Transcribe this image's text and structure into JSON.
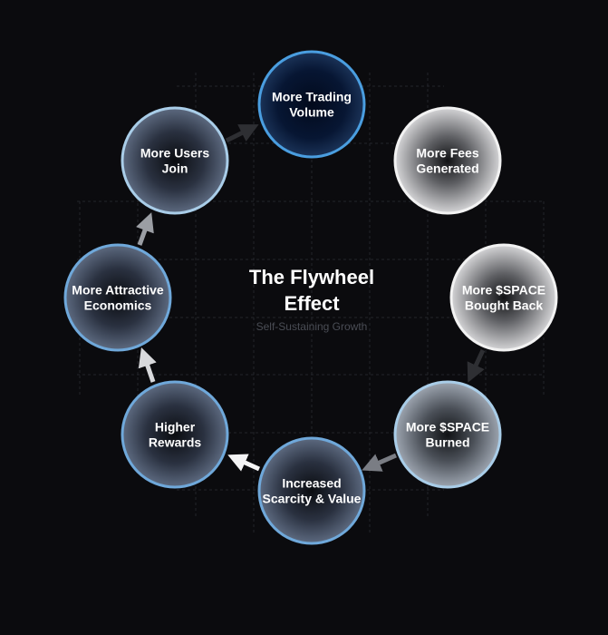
{
  "title_line1": "The Flywheel",
  "title_line2": "Effect",
  "subtitle": "Self-Sustaining Growth",
  "nodes": [
    {
      "id": "trading-volume",
      "lines": [
        "More Trading",
        "Volume"
      ],
      "style": "dark-blue"
    },
    {
      "id": "fees-generated",
      "lines": [
        "More Fees",
        "Generated"
      ],
      "style": "white"
    },
    {
      "id": "space-bought-back",
      "lines": [
        "More $SPACE",
        "Bought Back"
      ],
      "style": "white"
    },
    {
      "id": "space-burned",
      "lines": [
        "More $SPACE",
        "Burned"
      ],
      "style": "silver"
    },
    {
      "id": "scarcity-value",
      "lines": [
        "Increased",
        "Scarcity & Value"
      ],
      "style": "slate"
    },
    {
      "id": "higher-rewards",
      "lines": [
        "Higher",
        "Rewards"
      ],
      "style": "slate"
    },
    {
      "id": "attractive-economics",
      "lines": [
        "More Attractive",
        "Economics"
      ],
      "style": "slate"
    },
    {
      "id": "users-join",
      "lines": [
        "More Users",
        "Join"
      ],
      "style": "slate"
    }
  ],
  "colors": {
    "background": "#0b0b0e",
    "blue_border": "#4a9ee0",
    "light_border": "#a9cde8",
    "white_border": "#f2f2f2",
    "grid": "#2a2c33"
  }
}
